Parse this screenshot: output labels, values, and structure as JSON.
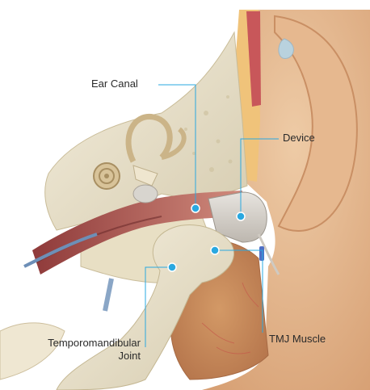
{
  "labels": {
    "ear_canal": "Ear Canal",
    "device": "Device",
    "tmj_muscle": "TMJ Muscle",
    "tmj_joint_line1": "Temporomandibular",
    "tmj_joint_line2": "Joint"
  },
  "colors": {
    "leader_line": "#2aa8e0",
    "skin": "#e9bf96",
    "skin_dark": "#d9a47a",
    "bone": "#ece2c6",
    "canal": "#b8615a",
    "muscle": "#b97b52",
    "fat": "#f2b64a"
  }
}
